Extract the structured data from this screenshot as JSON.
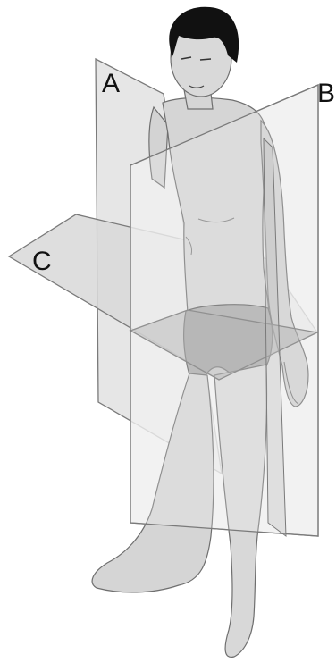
{
  "labels": {
    "plane_a": "A",
    "plane_b": "B",
    "plane_c": "C"
  },
  "colors": {
    "plane_fill": "#e9e9e9",
    "plane_stroke": "#7a7a7a",
    "skin": "#d3d3d3",
    "skin_stroke": "#6f6f6f",
    "shorts": "#a9a9a9",
    "hair": "#111111"
  }
}
